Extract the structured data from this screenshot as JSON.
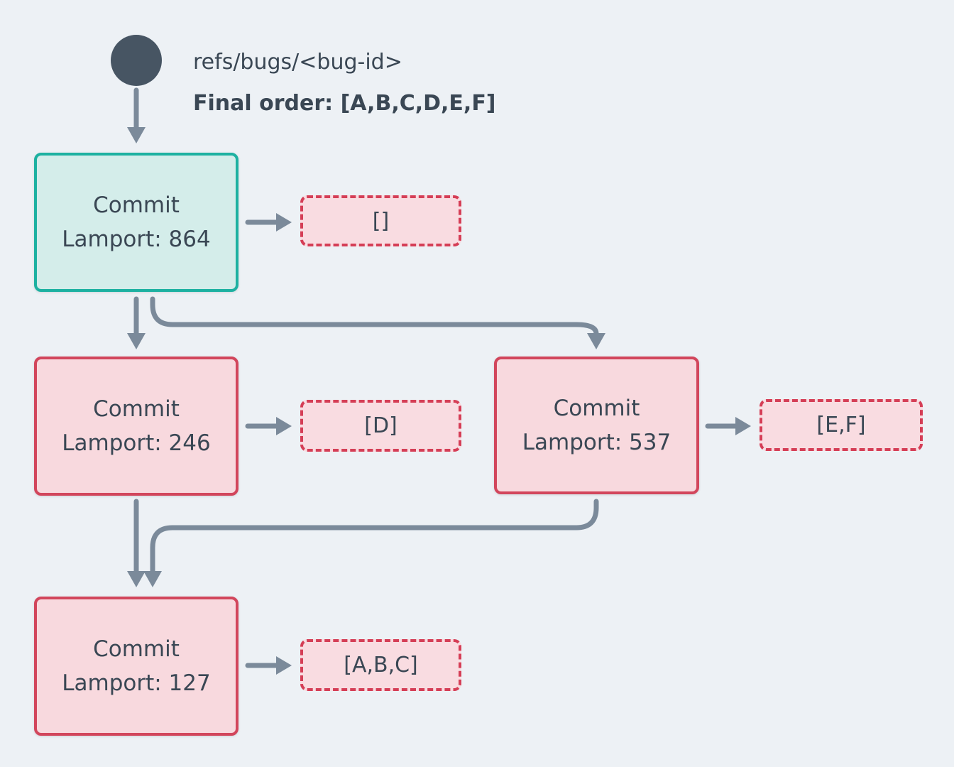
{
  "header": {
    "ref_label": "refs/bugs/<bug-id>",
    "final_order_label": "Final order: [A,B,C,D,E,F]"
  },
  "nodes": [
    {
      "title": "Commit",
      "subtitle": "Lamport: 864",
      "variant": "head-teal"
    },
    {
      "title": "Commit",
      "subtitle": "Lamport: 246",
      "variant": "red"
    },
    {
      "title": "Commit",
      "subtitle": "Lamport: 537",
      "variant": "red"
    },
    {
      "title": "Commit",
      "subtitle": "Lamport: 127",
      "variant": "red"
    }
  ],
  "payloads": [
    {
      "label": "[]"
    },
    {
      "label": "[D]"
    },
    {
      "label": "[E,F]"
    },
    {
      "label": "[A,B,C]"
    }
  ],
  "colors": {
    "bg": "#edf1f5",
    "dark": "#475563",
    "text": "#3a4754",
    "arrow": "#7b8a9a",
    "teal-border": "#1db1a1",
    "teal-fill": "#d4edea",
    "red-border": "#d2465c",
    "red-fill": "#f8d9de",
    "dashed-border": "#d53e56",
    "dashed-fill": "#f9dce1"
  }
}
